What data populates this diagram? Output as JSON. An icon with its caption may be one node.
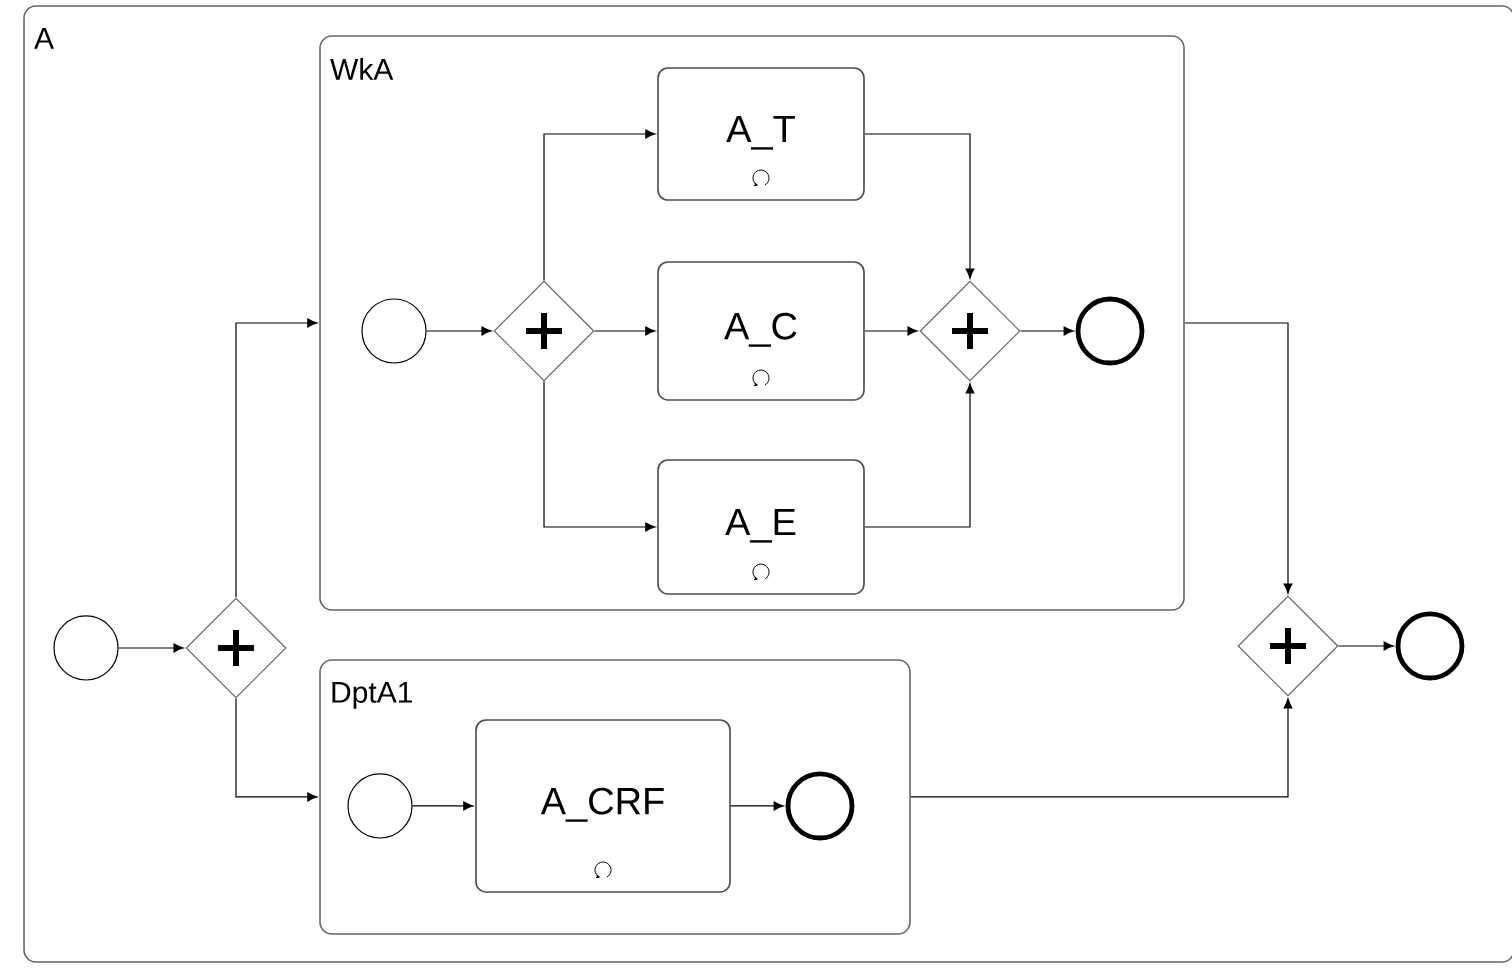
{
  "diagram": {
    "nodes": [
      {
        "text": [
          "A"
        ]
      },
      {
        "text": [
          "WkA"
        ],
        "in": 0
      },
      {
        "text": [],
        "shape": "circle",
        "in": 1
      },
      {
        "text": [],
        "shape": "diamond",
        "in": 1
      },
      {
        "text": [
          "A_T"
        ],
        "in": 1
      },
      {
        "text": [
          "A_C"
        ],
        "in": 1
      },
      {
        "text": [
          "A_E"
        ],
        "in": 1
      },
      {
        "text": [],
        "shape": "diamond",
        "in": 1
      },
      {
        "text": [],
        "shape": "circle",
        "in": 1
      },
      {
        "text": [],
        "shape": "circle",
        "in": 0
      },
      {
        "text": [],
        "shape": "diamond",
        "in": 0
      },
      {
        "text": [
          "DptA1"
        ],
        "in": 0
      },
      {
        "text": [],
        "shape": "circle",
        "in": 11
      },
      {
        "text": [
          "A_CRF"
        ],
        "in": 11
      },
      {
        "text": [],
        "shape": "circle",
        "in": 11
      },
      {
        "text": [],
        "shape": "diamond",
        "in": 0
      },
      {
        "text": [],
        "shape": "circle",
        "in": 0
      }
    ],
    "edges": [
      {
        "from": 9,
        "to": 10,
        "arrow": "to"
      },
      {
        "from": 10,
        "to": 1,
        "arrow": "to"
      },
      {
        "from": 10,
        "to": 11,
        "arrow": "to"
      },
      {
        "from": 2,
        "to": 3,
        "arrow": "to"
      },
      {
        "from": 3,
        "to": 4,
        "arrow": "to"
      },
      {
        "from": 3,
        "to": 5,
        "arrow": "to"
      },
      {
        "from": 3,
        "to": 6,
        "arrow": "to"
      },
      {
        "from": 4,
        "to": 7,
        "arrow": "to"
      },
      {
        "from": 5,
        "to": 7,
        "arrow": "to"
      },
      {
        "from": 6,
        "to": 7,
        "arrow": "to"
      },
      {
        "from": 7,
        "to": 8,
        "arrow": "to"
      },
      {
        "from": 1,
        "to": 15,
        "arrow": "to"
      },
      {
        "from": 11,
        "to": 15,
        "arrow": "to"
      },
      {
        "from": 15,
        "to": 16,
        "arrow": "to"
      },
      {
        "from": 12,
        "to": 13,
        "arrow": "to"
      },
      {
        "from": 13,
        "to": 14,
        "arrow": "to"
      }
    ]
  }
}
